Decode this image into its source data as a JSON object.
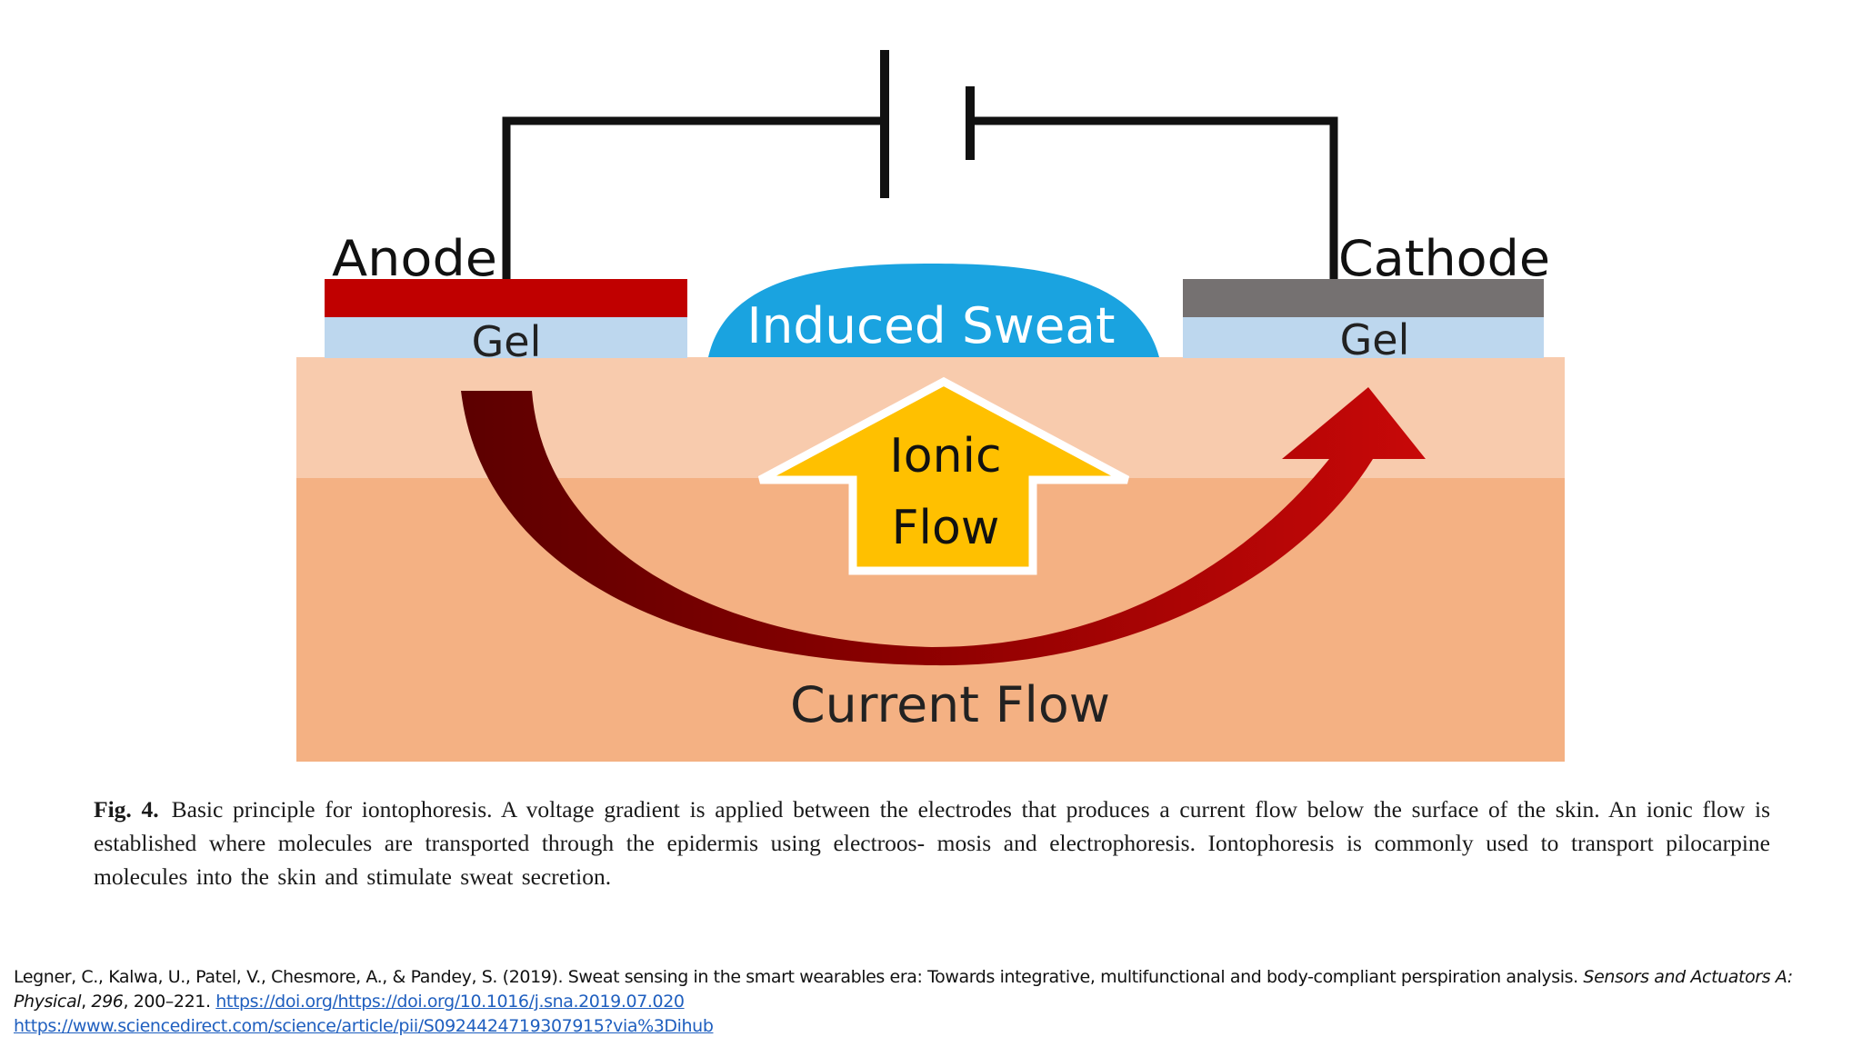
{
  "diagram": {
    "labels": {
      "anode": "Anode",
      "cathode": "Cathode",
      "gel_left": "Gel",
      "gel_right": "Gel",
      "induced_sweat": "Induced Sweat",
      "ionic_flow_line1": "Ionic",
      "ionic_flow_line2": "Flow",
      "current_flow": "Current Flow"
    },
    "colors": {
      "anode": "#c00000",
      "cathode": "#757171",
      "gel": "#bdd7ee",
      "sweat": "#1aa3e0",
      "skin_upper": "#f8cbad",
      "skin_lower": "#f4b183",
      "ionic_arrow": "#ffc000",
      "current_arrow_dark": "#6b0000",
      "current_arrow_light": "#c00000",
      "wire": "#111111"
    }
  },
  "caption": {
    "fig_label": "Fig. 4.",
    "text": "Basic principle for iontophoresis. A voltage gradient is applied between the electrodes that produces a current flow below the surface of the skin. An ionic flow is established where molecules are transported through the epidermis using electroos- mosis and electrophoresis. Iontophoresis is commonly used to transport pilocarpine molecules into the skin and stimulate sweat secretion."
  },
  "citation": {
    "authors_text": "Legner, C., Kalwa, U., Patel, V., Chesmore, A., & Pandey, S. (2019). Sweat sensing in the smart wearables era: Towards integrative, multifunctional and body-compliant perspiration analysis. ",
    "journal": "Sensors and Actuators A: Physical",
    "separator1": ", ",
    "volume": "296",
    "pages": ", 200–221. ",
    "doi_link": "https://doi.org/https://doi.org/10.1016/j.sna.2019.07.020",
    "url_link": "https://www.sciencedirect.com/science/article/pii/S0924424719307915?via%3Dihub"
  }
}
